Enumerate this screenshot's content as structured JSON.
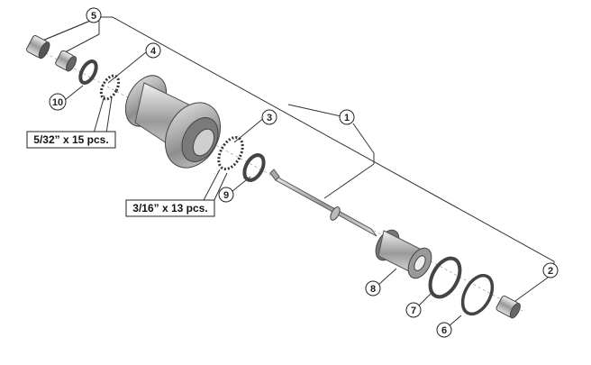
{
  "callouts": {
    "c1": "1",
    "c2": "2",
    "c3": "3",
    "c4": "4",
    "c5": "5",
    "c6": "6",
    "c7": "7",
    "c8": "8",
    "c9": "9",
    "c10": "10"
  },
  "labels": {
    "small_balls": "5/32” x 15 pcs.",
    "large_balls": "3/16” x 13 pcs."
  },
  "colors": {
    "line": "#333333",
    "part_dark": "#6d6d6d",
    "part_mid": "#a9a9a9",
    "part_light": "#dcdcdc"
  }
}
